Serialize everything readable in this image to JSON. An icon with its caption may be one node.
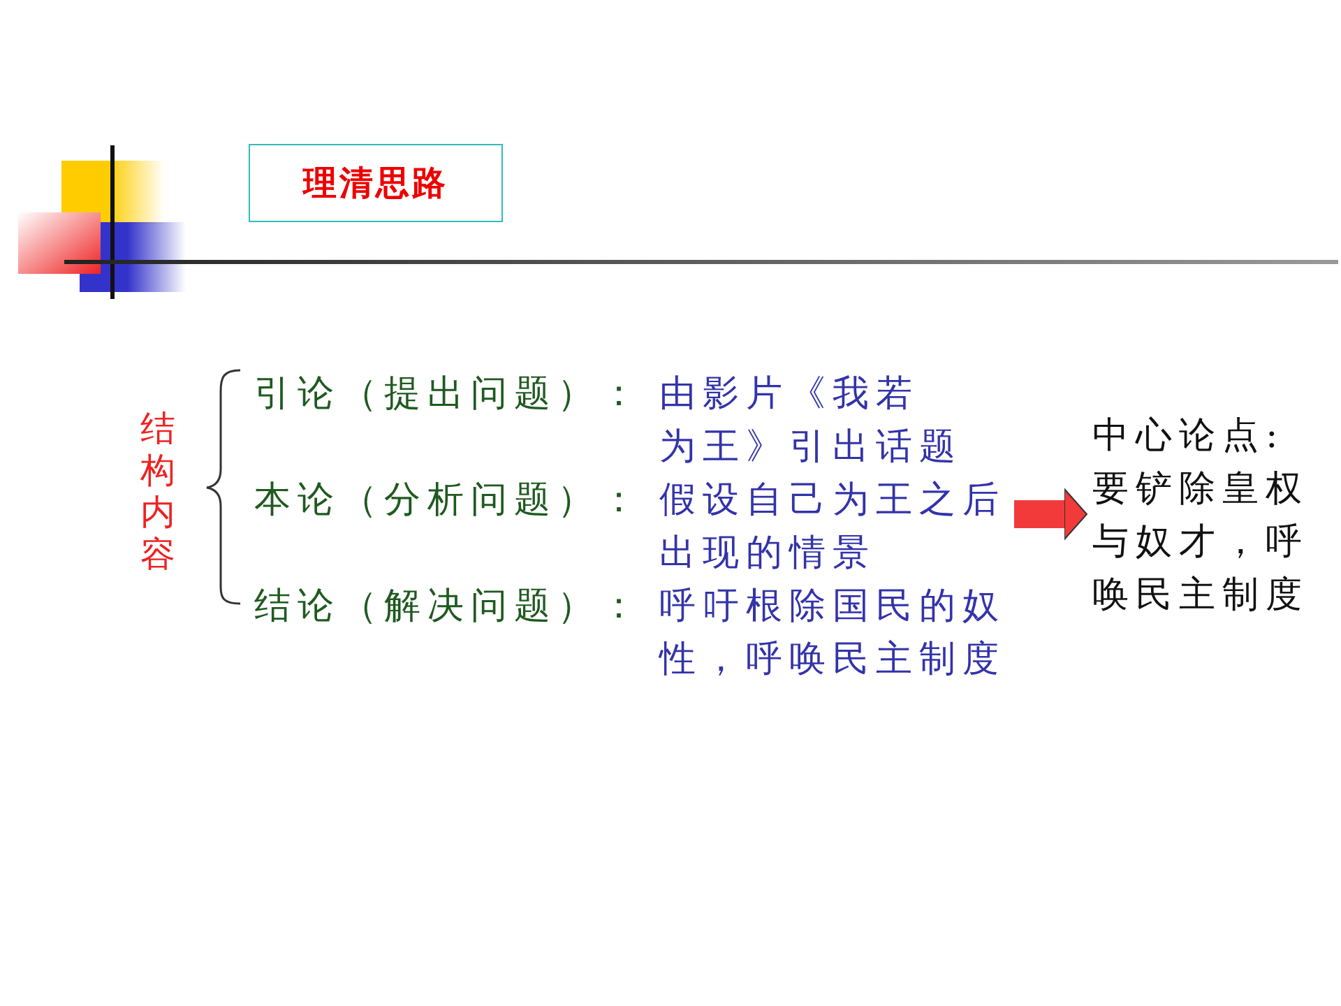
{
  "diagram": {
    "title": "理清思路",
    "nodes": [
      {
        "text": [
          "假设自己为王之后出现的情景"
        ]
      },
      {
        "text": [
          "中心论点:",
          "要铲除皇权与奴才，呼唤民主制度"
        ]
      }
    ],
    "edges": [
      {
        "from": 0,
        "to": 1,
        "arrow": "to"
      }
    ],
    "labels": [
      "结构内容",
      "引论（提出问题）：",
      "由影片《我若为王》引出话题",
      "本论（分析问题）：",
      "结论（解决问题）：",
      "呼吁根除国民的奴性，呼唤民主制度"
    ]
  }
}
